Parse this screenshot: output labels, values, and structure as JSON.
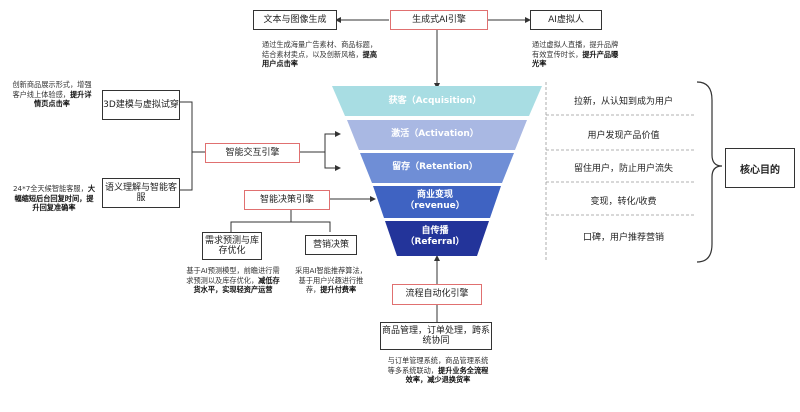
{
  "top": {
    "engine_label": "生成式AI引擎",
    "text_image_label": "文本与图像生成",
    "virtual_human_label": "AI虚拟人",
    "text_image_note": "通过生成海量广告素材、商品标题，结合素材卖点，以及创新风格，",
    "text_image_note_bold": "提高用户点击率",
    "virtual_human_note": "通过虚拟人直播，提升品牌有效宣传时长，",
    "virtual_human_note_bold": "提升产品曝光率"
  },
  "left": {
    "interaction_engine_label": "智能交互引擎",
    "model3d_label": "3D建模与虚拟试穿",
    "model3d_note": "创新商品展示形式，增强客户线上体验感，",
    "model3d_note_bold": "提升详情页点击率",
    "nlp_label": "语义理解与智能客服",
    "nlp_note": "24*7全天候智能客服，",
    "nlp_note_bold": "大幅缩短后台回复时间，提升回复准确率",
    "decision_engine_label": "智能决策引擎",
    "forecast_label": "需求预测与库存优化",
    "forecast_note": "基于AI预测模型，前瞻进行需求预测以及库存优化，",
    "forecast_note_bold": "减低存货水平，实现轻资产运营",
    "marketing_label": "营销决策",
    "marketing_note": "采用AI智能推荐算法，基于用户兴趣进行推荐，",
    "marketing_note_bold": "提升付费率"
  },
  "bottom": {
    "automation_engine_label": "流程自动化引擎",
    "ops_label": "商品管理，订单处理，跨系统协同",
    "ops_note": "与订单管理系统，商品管理系统等多系统联动，",
    "ops_note_bold": "提升业务全流程效率，减少退换货率"
  },
  "funnel": [
    {
      "label": "获客（Acquisition）",
      "color": "#a8dde3"
    },
    {
      "label": "激活（Activation）",
      "color": "#a9b8e3"
    },
    {
      "label": "留存（Retention）",
      "color": "#6f8ed6"
    },
    {
      "label": "商业变现\n（revenue）",
      "color": "#3f63c2"
    },
    {
      "label": "自传播\n（Referral）",
      "color": "#23349a"
    }
  ],
  "goals": [
    "拉新，从认知到成为用户",
    "用户发现产品价值",
    "留住用户，防止用户流失",
    "变现，转化/收费",
    "口碑，用户推荐营销"
  ],
  "core_goal_label": "核心目的"
}
